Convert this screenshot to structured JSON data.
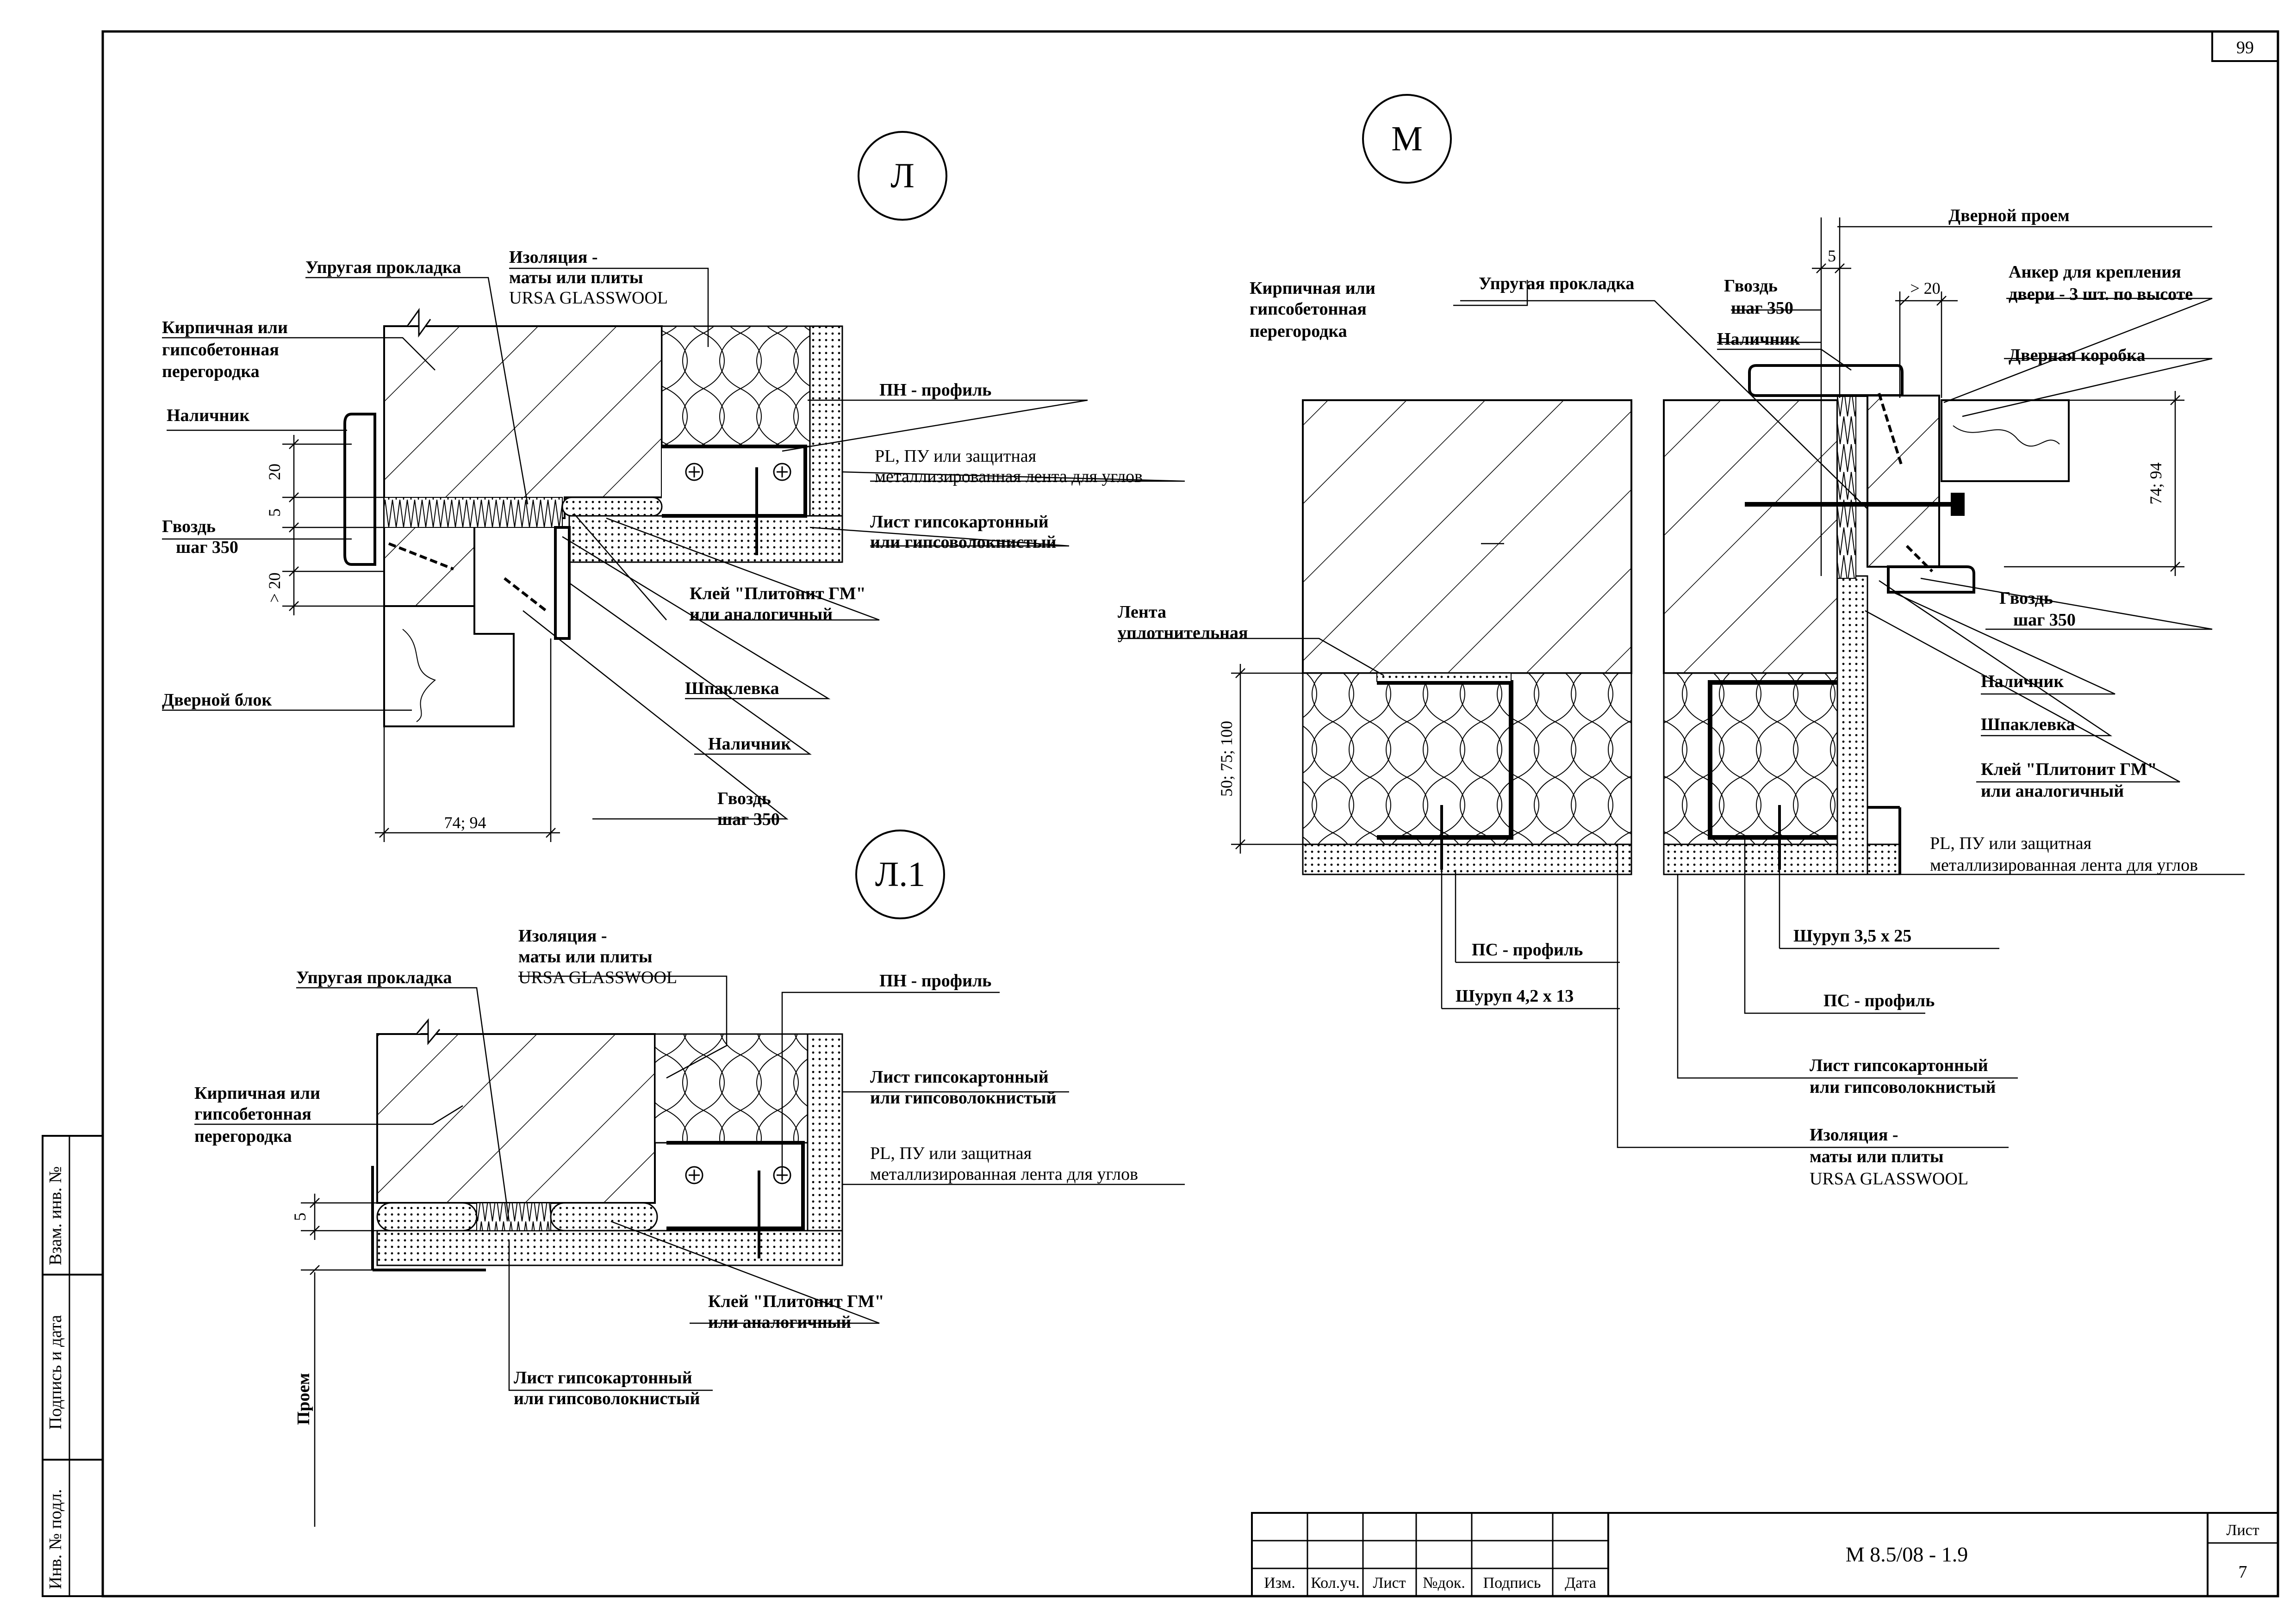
{
  "sheet_number_top": "99",
  "details": {
    "L": {
      "marker": "Л",
      "labels": {
        "elastic_gasket": "Упругая прокладка",
        "insulation_1": "Изоляция -",
        "insulation_2": "маты или плиты",
        "insulation_3": "URSA GLASSWOOL",
        "partition_1": "Кирпичная или",
        "partition_2": "гипсобетонная",
        "partition_3": "перегородка",
        "pn_profile": "ПН - профиль",
        "casing_top": "Наличник",
        "tape_1": "PL, ПУ или защитная",
        "tape_2": "металлизированная лента для углов",
        "nail_1": "Гвоздь",
        "nail_2": "шаг 350",
        "gkl_1": "Лист гипсокартонный",
        "gkl_2": "или гипсоволокнистый",
        "glue_1": "Клей \"Плитонит ГМ\"",
        "glue_2": "или аналогичный",
        "putty": "Шпаклевка",
        "door_block": "Дверной блок",
        "casing_bottom": "Наличник",
        "nail_b1": "Гвоздь",
        "nail_b2": "шаг 350"
      },
      "dims": {
        "d20_top": "20",
        "d5": "5",
        "d20_bottom": "> 20",
        "width": "74; 94"
      }
    },
    "L1": {
      "marker": "Л.1",
      "labels": {
        "elastic_gasket": "Упругая прокладка",
        "insulation_1": "Изоляция -",
        "insulation_2": "маты или плиты",
        "insulation_3": "URSA GLASSWOOL",
        "pn_profile": "ПН - профиль",
        "partition_1": "Кирпичная или",
        "partition_2": "гипсобетонная",
        "partition_3": "перегородка",
        "gkl_1": "Лист гипсокартонный",
        "gkl_2": "или гипсоволокнистый",
        "tape_1": "PL, ПУ или защитная",
        "tape_2": "металлизированная лента для углов",
        "glue_1": "Клей \"Плитонит ГМ\"",
        "glue_2": "или аналогичный",
        "gkl_b1": "Лист гипсокартонный",
        "gkl_b2": "или гипсоволокнистый",
        "opening": "Проем"
      },
      "dims": {
        "d5": "5"
      }
    },
    "M": {
      "marker": "М",
      "labels": {
        "door_opening": "Дверной проем",
        "partition_1": "Кирпичная или",
        "partition_2": "гипсобетонная",
        "partition_3": "перегородка",
        "elastic_gasket": "Упругая прокладка",
        "nail_1": "Гвоздь",
        "nail_2": "шаг 350",
        "anchor_1": "Анкер для крепления",
        "anchor_2": "двери - 3 шт. по высоте",
        "casing": "Наличник",
        "door_frame": "Дверная коробка",
        "seal_tape_1": "Лента",
        "seal_tape_2": "уплотнительная",
        "nail_b1": "Гвоздь",
        "nail_b2": "шаг 350",
        "casing_b": "Наличник",
        "putty": "Шпаклевка",
        "glue_1": "Клей \"Плитонит ГМ\"",
        "glue_2": "или аналогичный",
        "tape_1": "PL, ПУ или защитная",
        "tape_2": "металлизированная лента для углов",
        "ps_profile_left": "ПС - профиль",
        "screw_left": "Шуруп 4,2 х 13",
        "screw_right": "Шуруп 3,5 х 25",
        "ps_profile_right": "ПС - профиль",
        "gkl_1": "Лист гипсокартонный",
        "gkl_2": "или гипсоволокнистый",
        "insulation_1": "Изоляция -",
        "insulation_2": "маты или плиты",
        "insulation_3": "URSA GLASSWOOL"
      },
      "dims": {
        "d5": "5",
        "d20": "> 20",
        "v7494": "74; 94",
        "v5075100": "50; 75; 100"
      }
    }
  },
  "side_stamp": {
    "f1": "Взам. инв. №",
    "f2": "Подпись и дата",
    "f3": "Инв. № подл."
  },
  "title_block": {
    "col_izm": "Изм.",
    "col_kol": "Кол.уч.",
    "col_list": "Лист",
    "col_ndok": "№док.",
    "col_podpis": "Подпись",
    "col_data": "Дата",
    "designation": "М 8.5/08 - 1.9",
    "sheet_label": "Лист",
    "sheet_value": "7"
  }
}
